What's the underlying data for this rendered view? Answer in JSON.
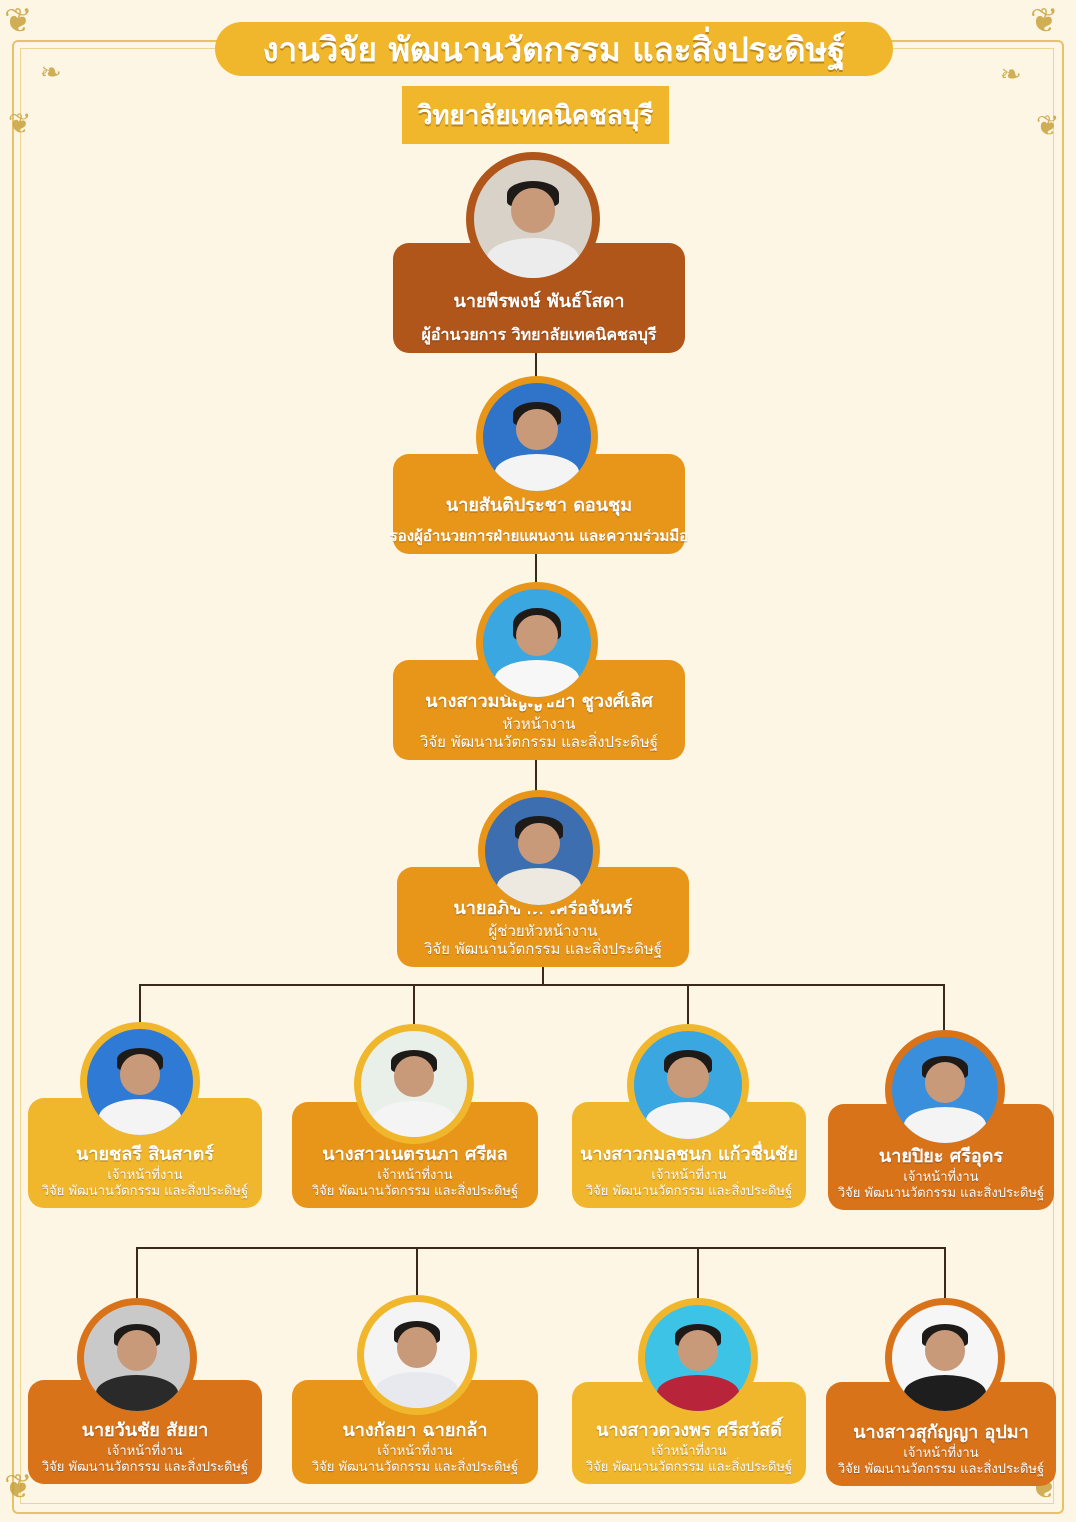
{
  "header": {
    "title": "งานวิจัย พัฒนานวัตกรรม และสิ่งประดิษฐ์",
    "subtitle": "วิทยาลัยเทคนิคชลบุรี"
  },
  "colors": {
    "dark": "#b1561a",
    "mid": "#e8961a",
    "light": "#f1b72c",
    "ring": "#e8961a",
    "line": "#3a2a1c"
  },
  "chain": [
    {
      "name": "นายพีรพงษ์ พันธ์โสดา",
      "role1": "ผู้อำนวยการ วิทยาลัยเทคนิคชลบุรี",
      "role2": ""
    },
    {
      "name": "นายสันติประชา ดอนชุม",
      "role1": "รองผู้อำนวยการฝ่ายแผนงาน และความร่วมมือ",
      "role2": ""
    },
    {
      "name": "นางสาวมนัญญ์ชยา ชูวงศ์เลิศ",
      "role1": "หัวหน้างาน",
      "role2": "วิจัย พัฒนานวัตกรรม และสิ่งประดิษฐ์"
    },
    {
      "name": "นายอภิชาต เครือจันทร์",
      "role1": "ผู้ช่วยหัวหน้างาน",
      "role2": "วิจัย พัฒนานวัตกรรม และสิ่งประดิษฐ์"
    }
  ],
  "staff_row1": [
    {
      "name": "นายชลรี สินสาตร์",
      "role1": "เจ้าหน้าที่งาน",
      "role2": "วิจัย พัฒนานวัตกรรม และสิ่งประดิษฐ์"
    },
    {
      "name": "นางสาวเนตรนภา ศรีผล",
      "role1": "เจ้าหน้าที่งาน",
      "role2": "วิจัย พัฒนานวัตกรรม และสิ่งประดิษฐ์"
    },
    {
      "name": "นางสาวกมลชนก แก้วชื่นชัย",
      "role1": "เจ้าหน้าที่งาน",
      "role2": "วิจัย พัฒนานวัตกรรม และสิ่งประดิษฐ์"
    },
    {
      "name": "นายปิยะ ศรีอุดร",
      "role1": "เจ้าหน้าที่งาน",
      "role2": "วิจัย พัฒนานวัตกรรม และสิ่งประดิษฐ์"
    }
  ],
  "staff_row2": [
    {
      "name": "นายวันชัย สัยยา",
      "role1": "เจ้าหน้าที่งาน",
      "role2": "วิจัย พัฒนานวัตกรรม และสิ่งประดิษฐ์"
    },
    {
      "name": "นางกัลยา ฉายกล้า",
      "role1": "เจ้าหน้าที่งาน",
      "role2": "วิจัย พัฒนานวัตกรรม และสิ่งประดิษฐ์"
    },
    {
      "name": "นางสาวดวงพร ศรีสวัสดิ์",
      "role1": "เจ้าหน้าที่งาน",
      "role2": "วิจัย พัฒนานวัตกรรม และสิ่งประดิษฐ์"
    },
    {
      "name": "นางสาวสุกัญญา อุปมา",
      "role1": "เจ้าหน้าที่งาน",
      "role2": "วิจัย พัฒนานวัตกรรม และสิ่งประดิษฐ์"
    }
  ]
}
